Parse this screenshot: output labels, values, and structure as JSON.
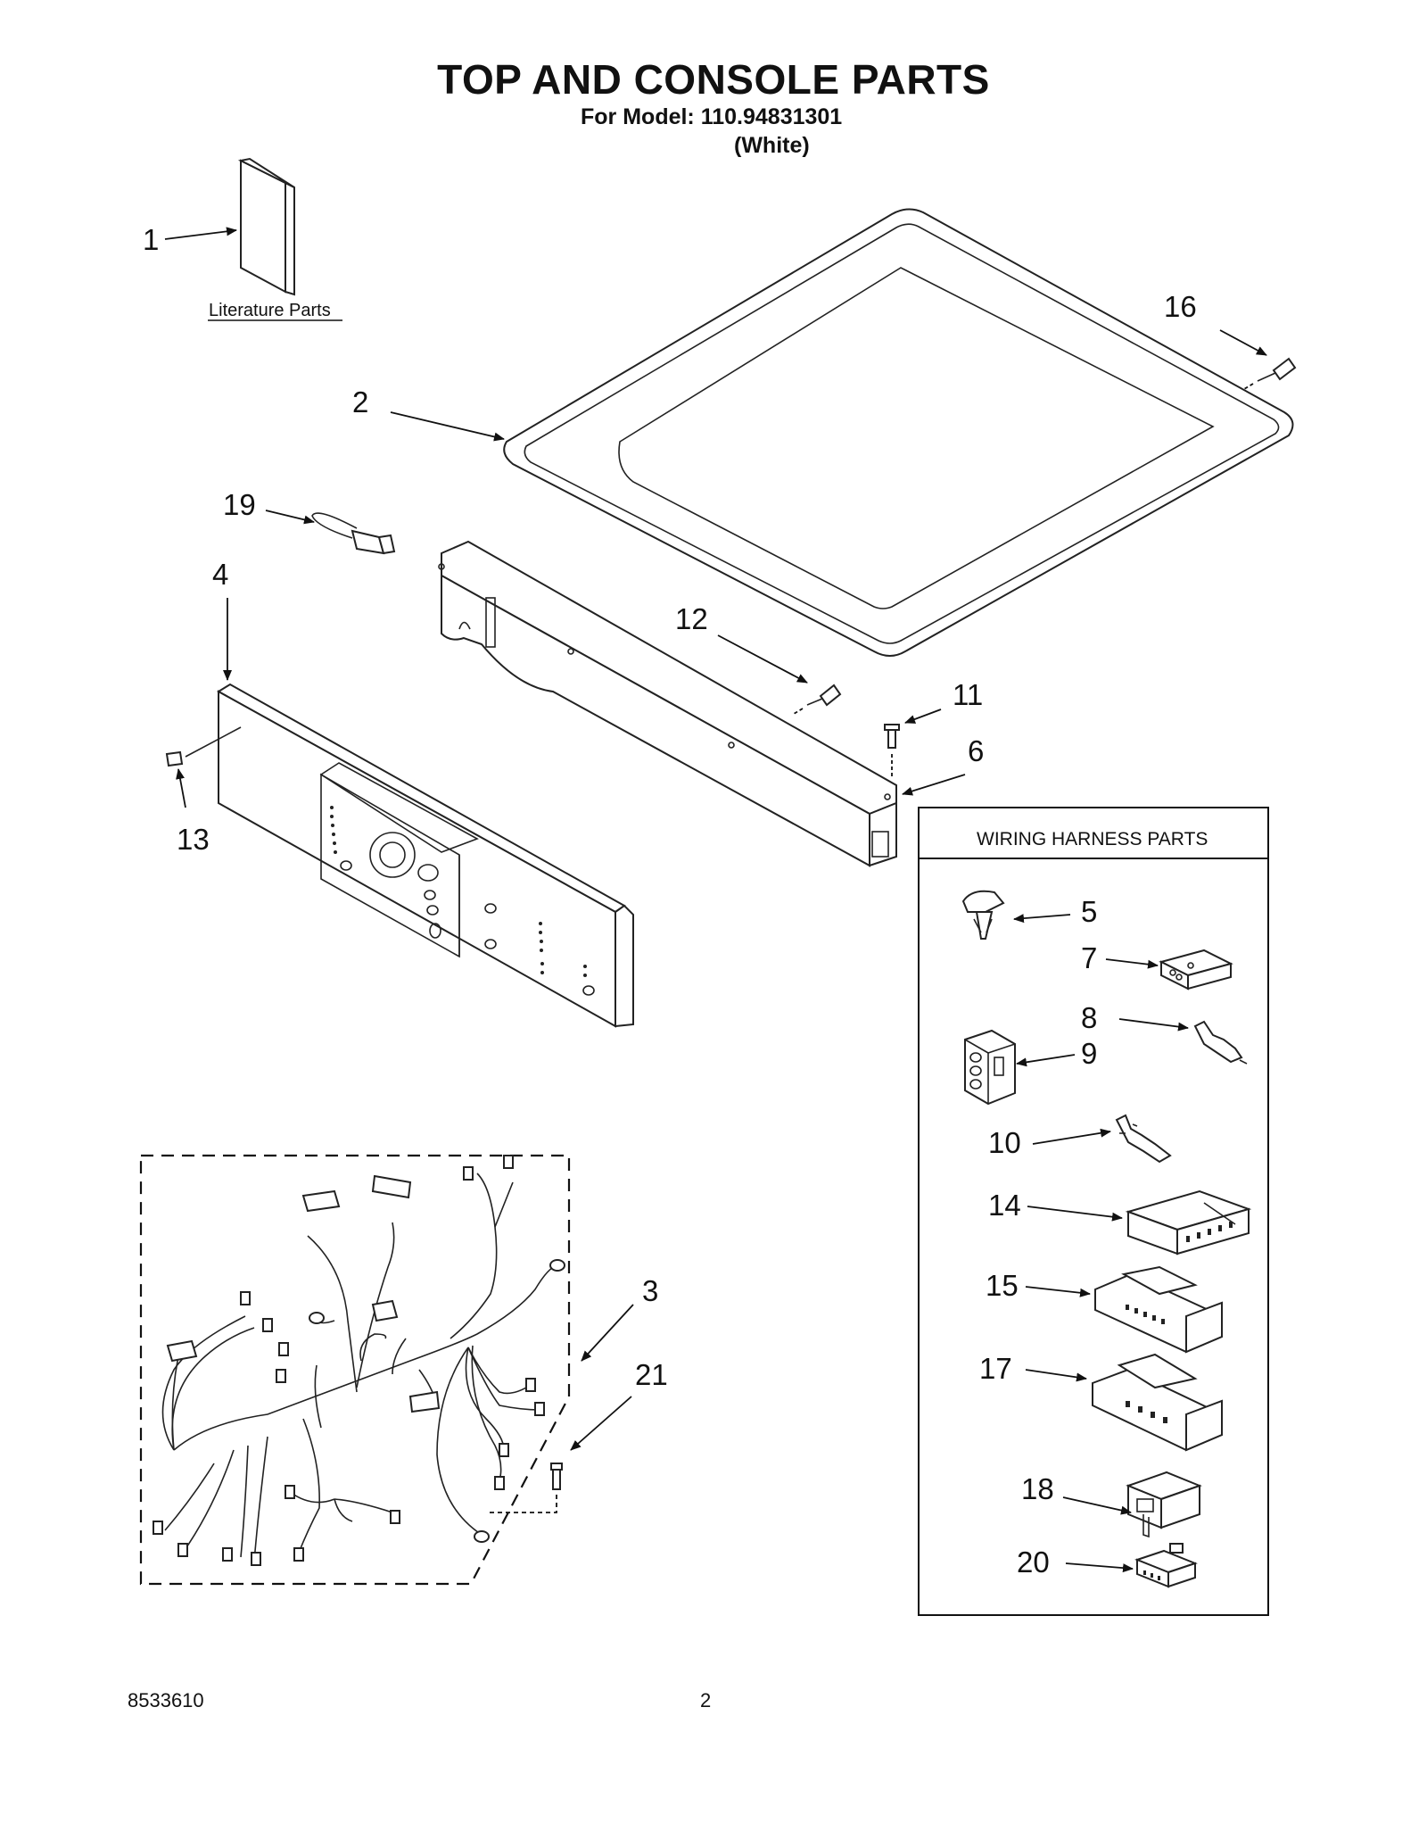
{
  "header": {
    "title": "TOP AND CONSOLE PARTS",
    "model_line": "For Model: 110.94831301",
    "color_line": "(White)"
  },
  "literature_label": "Literature Parts",
  "wiring_box_title": "WIRING HARNESS PARTS",
  "callouts": {
    "c1": "1",
    "c2": "2",
    "c3": "3",
    "c4": "4",
    "c5": "5",
    "c6": "6",
    "c7": "7",
    "c8": "8",
    "c9": "9",
    "c10": "10",
    "c11": "11",
    "c12": "12",
    "c13": "13",
    "c14": "14",
    "c15": "15",
    "c16": "16",
    "c17": "17",
    "c18": "18",
    "c19": "19",
    "c20": "20",
    "c21": "21"
  },
  "footer": {
    "doc_number": "8533610",
    "page_number": "2"
  }
}
